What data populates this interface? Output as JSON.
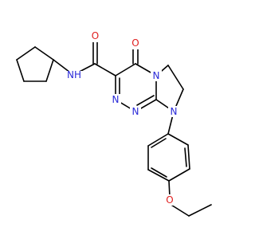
{
  "colors": {
    "bond": "#000000",
    "nitrogen": "#2a2ad8",
    "oxygen": "#e01e1e",
    "background": "#ffffff"
  },
  "molecule": {
    "atoms": [
      {
        "id": "o_amide",
        "label": "O",
        "element": "O"
      },
      {
        "id": "n_amide",
        "label": "NH",
        "element": "N"
      },
      {
        "id": "o_ketone",
        "label": "O",
        "element": "O"
      },
      {
        "id": "n_ring4",
        "label": "N",
        "element": "N"
      },
      {
        "id": "n_ring2",
        "label": "N",
        "element": "N"
      },
      {
        "id": "n_ring1",
        "label": "N",
        "element": "N"
      },
      {
        "id": "n_aryl",
        "label": "N",
        "element": "N"
      },
      {
        "id": "o_ether",
        "label": "O",
        "element": "O"
      }
    ]
  }
}
